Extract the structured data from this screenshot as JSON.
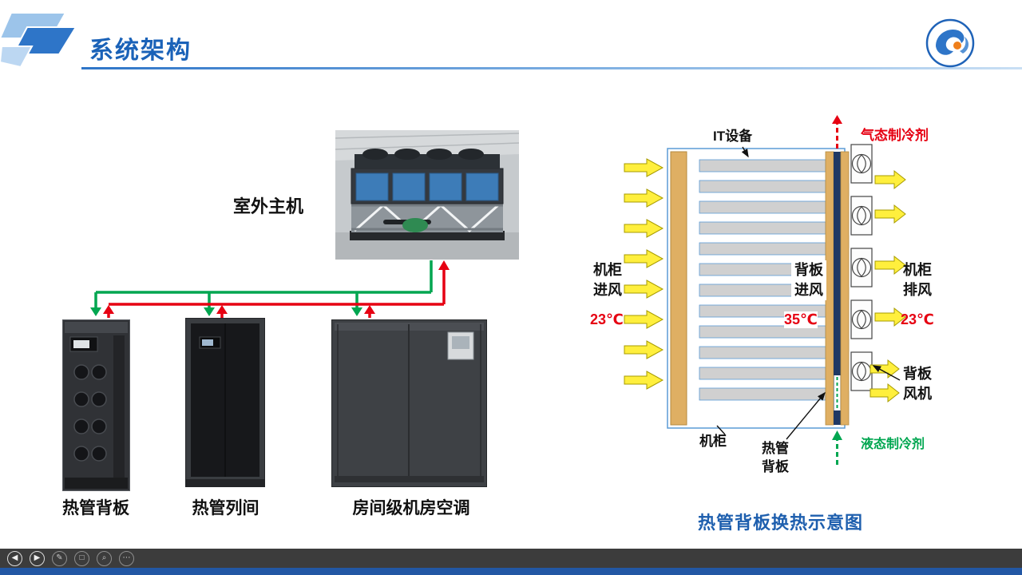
{
  "colors": {
    "title_blue": "#1a62b8",
    "caption_blue": "#1e5fae",
    "pipe_green": "#00a650",
    "pipe_red": "#e60012",
    "arrow_yellow": "#ffef3d",
    "backplane_tan": "#dfaf63",
    "heatpipe_navy": "#1f3864"
  },
  "header": {
    "title": "系统架构"
  },
  "slide": {
    "outdoor_unit_label": "室外主机",
    "units": [
      {
        "label": "热管背板"
      },
      {
        "label": "热管列间"
      },
      {
        "label": "房间级机房空调"
      }
    ],
    "schematic": {
      "it_label": "IT设备",
      "gas_refrigerant": "气态制冷剂",
      "liquid_refrigerant": "液态制冷剂",
      "cabinet_intake": {
        "line1": "机柜",
        "line2": "进风",
        "temp": "23℃"
      },
      "backplane_intake": {
        "line1": "背板",
        "line2": "进风",
        "temp": "35℃"
      },
      "cabinet_exhaust": {
        "line1": "机柜",
        "line2": "排风",
        "temp": "23℃"
      },
      "backplane_fan": {
        "line1": "背板",
        "line2": "风机"
      },
      "cabinet": "机柜",
      "heatpipe_backplane": {
        "line1": "热管",
        "line2": "背板"
      },
      "caption": "热管背板换热示意图"
    }
  },
  "toolbar": {
    "buttons": [
      {
        "name": "prev-slide",
        "glyph": "◀"
      },
      {
        "name": "next-slide",
        "glyph": "▶"
      },
      {
        "name": "pen-tool",
        "glyph": "✎"
      },
      {
        "name": "frame-tool",
        "glyph": "□"
      },
      {
        "name": "zoom-tool",
        "glyph": "⌕"
      },
      {
        "name": "more-tools",
        "glyph": "⋯"
      }
    ]
  }
}
